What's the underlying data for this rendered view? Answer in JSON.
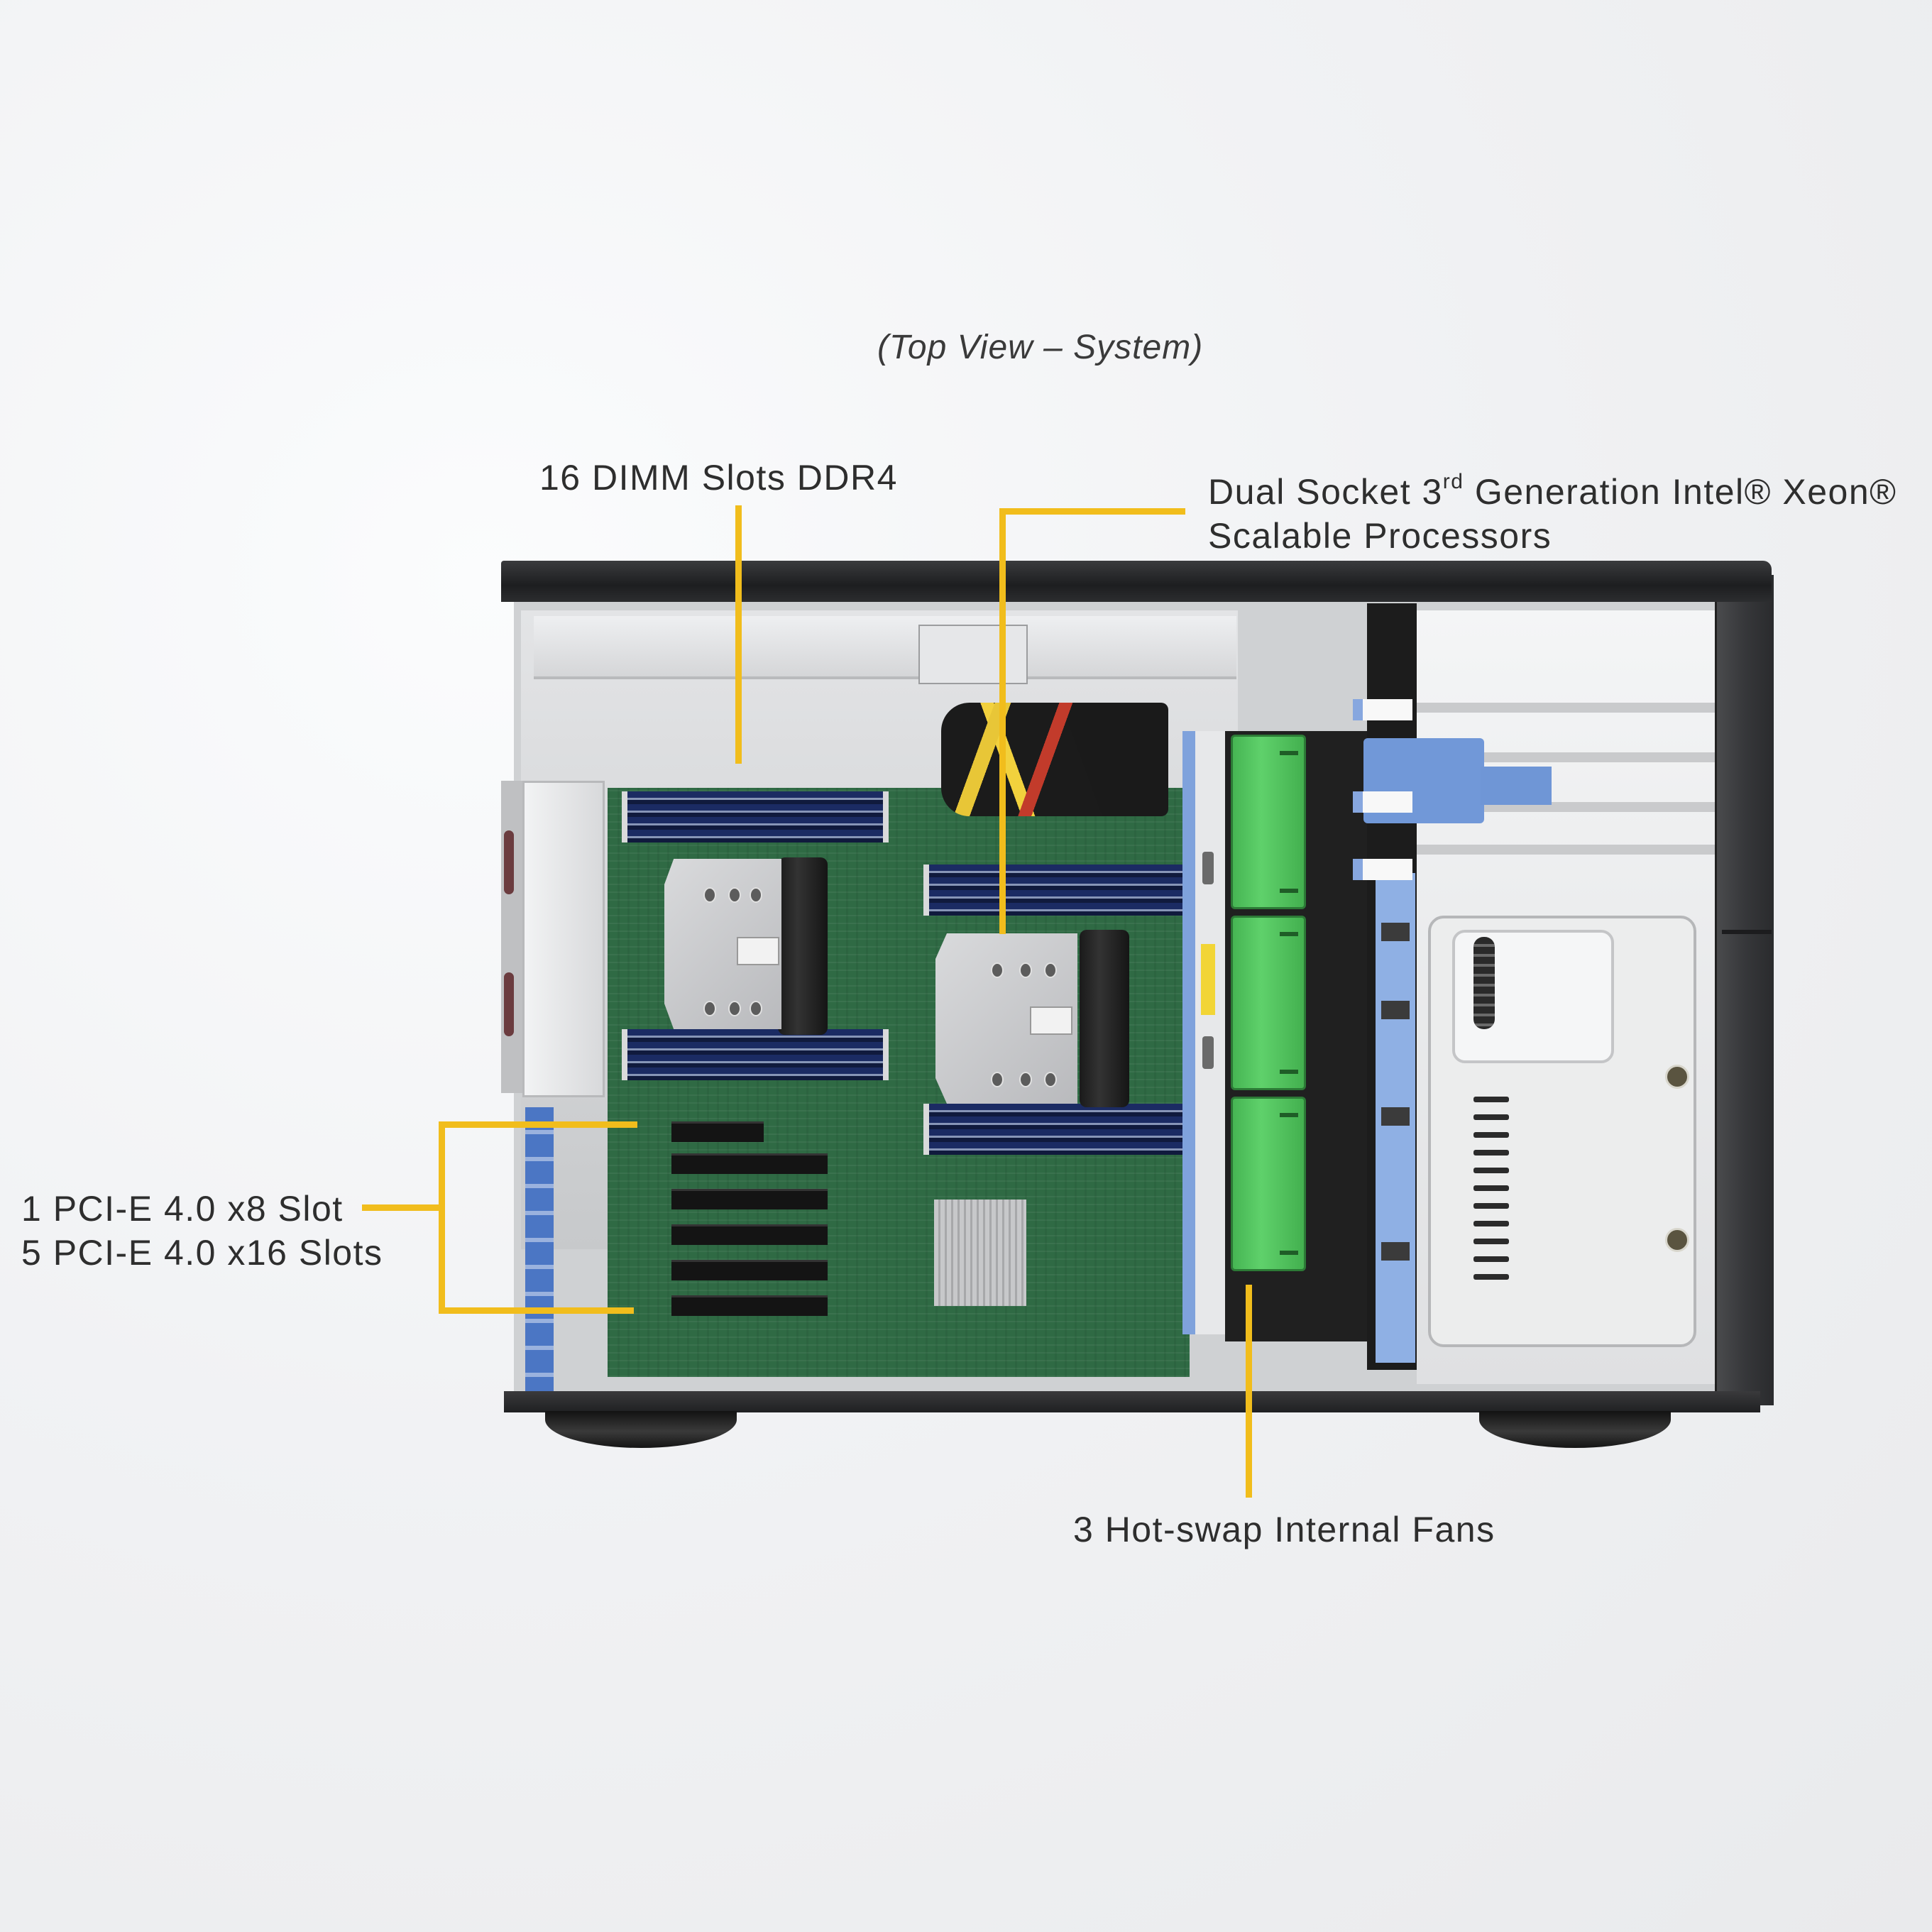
{
  "diagram": {
    "caption": "(Top View – System)",
    "subject": "Tower server chassis, top view with side panel removed",
    "callouts": [
      {
        "id": "dimm",
        "text": "16 DIMM Slots DDR4"
      },
      {
        "id": "cpu",
        "line1_pre": "Dual Socket 3",
        "line1_sup": "rd",
        "line1_post": " Generation Intel® Xeon®",
        "line2": "Scalable Processors"
      },
      {
        "id": "pcie",
        "line1": "1 PCI-E 4.0 x8 Slot",
        "line2": "5 PCI-E 4.0 x16 Slots"
      },
      {
        "id": "fans",
        "text": "3 Hot-swap Internal  Fans"
      }
    ],
    "components": {
      "dimm_slots": 16,
      "memory_type": "DDR4",
      "cpu_sockets": 2,
      "pcie_x8_slots": 1,
      "pcie_x16_slots": 5,
      "pcie_version": "4.0",
      "hot_swap_fans": 3
    },
    "colors": {
      "leader_line": "#f1bd1c",
      "label_text": "#2e2e2e",
      "fan_green": "#4fc25c",
      "chassis_dark": "#1f2022",
      "connector_blue": "#7198d8"
    }
  }
}
